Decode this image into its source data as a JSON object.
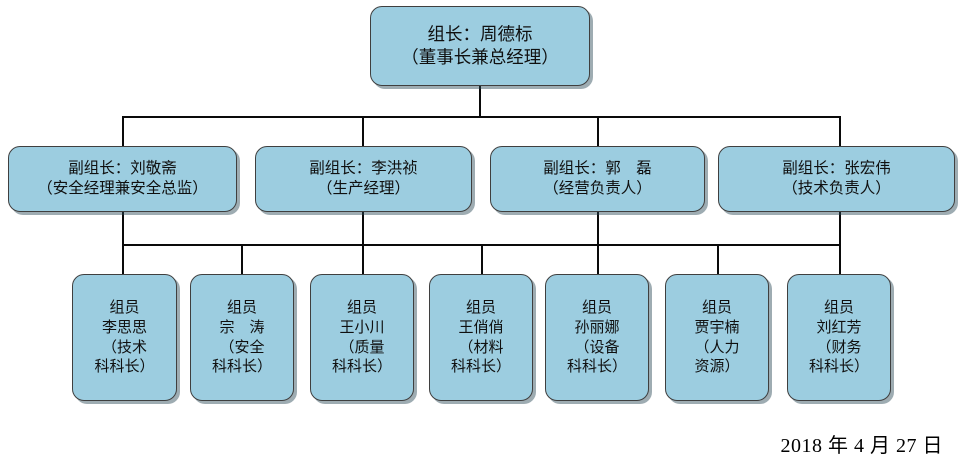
{
  "chart": {
    "title_node": {
      "id": "leader",
      "lines": [
        "组长：周德标",
        "（董事长兼总经理）"
      ],
      "role": "组长",
      "name": "周德标",
      "note": "（董事长兼总经理）"
    },
    "deputies": [
      {
        "id": "deputy-1",
        "lines": [
          "副组长：刘敬斋",
          "（安全经理兼安全总监）"
        ],
        "role": "副组长",
        "name": "刘敬斋",
        "note": "（安全经理兼安全总监）"
      },
      {
        "id": "deputy-2",
        "lines": [
          "副组长：李洪祯",
          "（生产经理）"
        ],
        "role": "副组长",
        "name": "李洪祯",
        "note": "（生产经理）"
      },
      {
        "id": "deputy-3",
        "lines": [
          "副组长：郭　磊",
          "（经营负责人）"
        ],
        "role": "副组长",
        "name": "郭　磊",
        "note": "（经营负责人）"
      },
      {
        "id": "deputy-4",
        "lines": [
          "副组长：张宏伟",
          "（技术负责人）"
        ],
        "role": "副组长",
        "name": "张宏伟",
        "note": "（技术负责人）"
      }
    ],
    "members": [
      {
        "id": "member-1",
        "lines": [
          "组员",
          "李思思",
          "（技术",
          "科科长）"
        ],
        "role": "组员",
        "name": "李思思",
        "note": "（技术科科长）"
      },
      {
        "id": "member-2",
        "lines": [
          "组员",
          "宗　涛",
          "（安全",
          "科科长）"
        ],
        "role": "组员",
        "name": "宗　涛",
        "note": "（安全科科长）"
      },
      {
        "id": "member-3",
        "lines": [
          "组员",
          "王小川",
          "（质量",
          "科科长）"
        ],
        "role": "组员",
        "name": "王小川",
        "note": "（质量科科长）"
      },
      {
        "id": "member-4",
        "lines": [
          "组员",
          "王俏俏",
          "（材料",
          "科科长）"
        ],
        "role": "组员",
        "name": "王俏俏",
        "note": "（材料科科长）"
      },
      {
        "id": "member-5",
        "lines": [
          "组员",
          "孙丽娜",
          "（设备",
          "科科长）"
        ],
        "role": "组员",
        "name": "孙丽娜",
        "note": "（设备科科长）"
      },
      {
        "id": "member-6",
        "lines": [
          "组员",
          "贾宇楠",
          "（人力",
          "资源）"
        ],
        "role": "组员",
        "name": "贾宇楠",
        "note": "（人力资源）"
      },
      {
        "id": "member-7",
        "lines": [
          "组员",
          "刘红芳",
          "（财务",
          "科科长）"
        ],
        "role": "组员",
        "name": "刘红芳",
        "note": "（财务科科长）"
      }
    ],
    "date_stamp": "2018 年 4 月 27 日",
    "colors": {
      "box_fill": "#9ccde0",
      "box_border": "#3f3f3f",
      "connector": "#0a0a0a",
      "background": "#ffffff",
      "text": "#101010"
    }
  }
}
